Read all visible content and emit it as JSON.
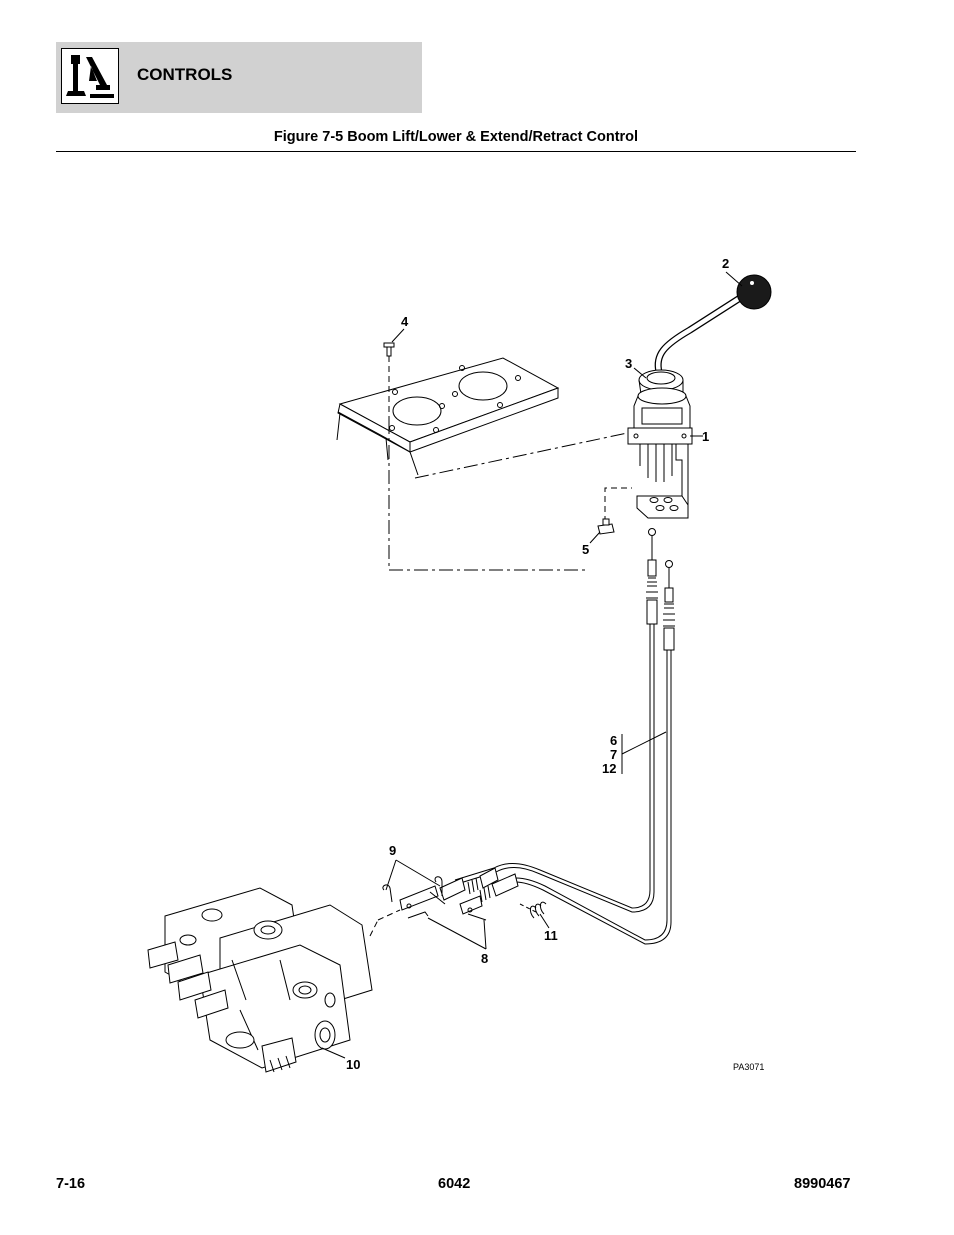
{
  "header": {
    "section_title": "CONTROLS"
  },
  "figure": {
    "title": "Figure 7-5 Boom Lift/Lower & Extend/Retract Control",
    "code": "PA3071",
    "callouts": {
      "c1": "1",
      "c2": "2",
      "c3": "3",
      "c4": "4",
      "c5": "5",
      "c6": "6",
      "c7": "7",
      "c12": "12",
      "c8": "8",
      "c9": "9",
      "c10": "10",
      "c11": "11"
    }
  },
  "footer": {
    "page_number": "7-16",
    "model": "6042",
    "part_number": "8990467"
  }
}
